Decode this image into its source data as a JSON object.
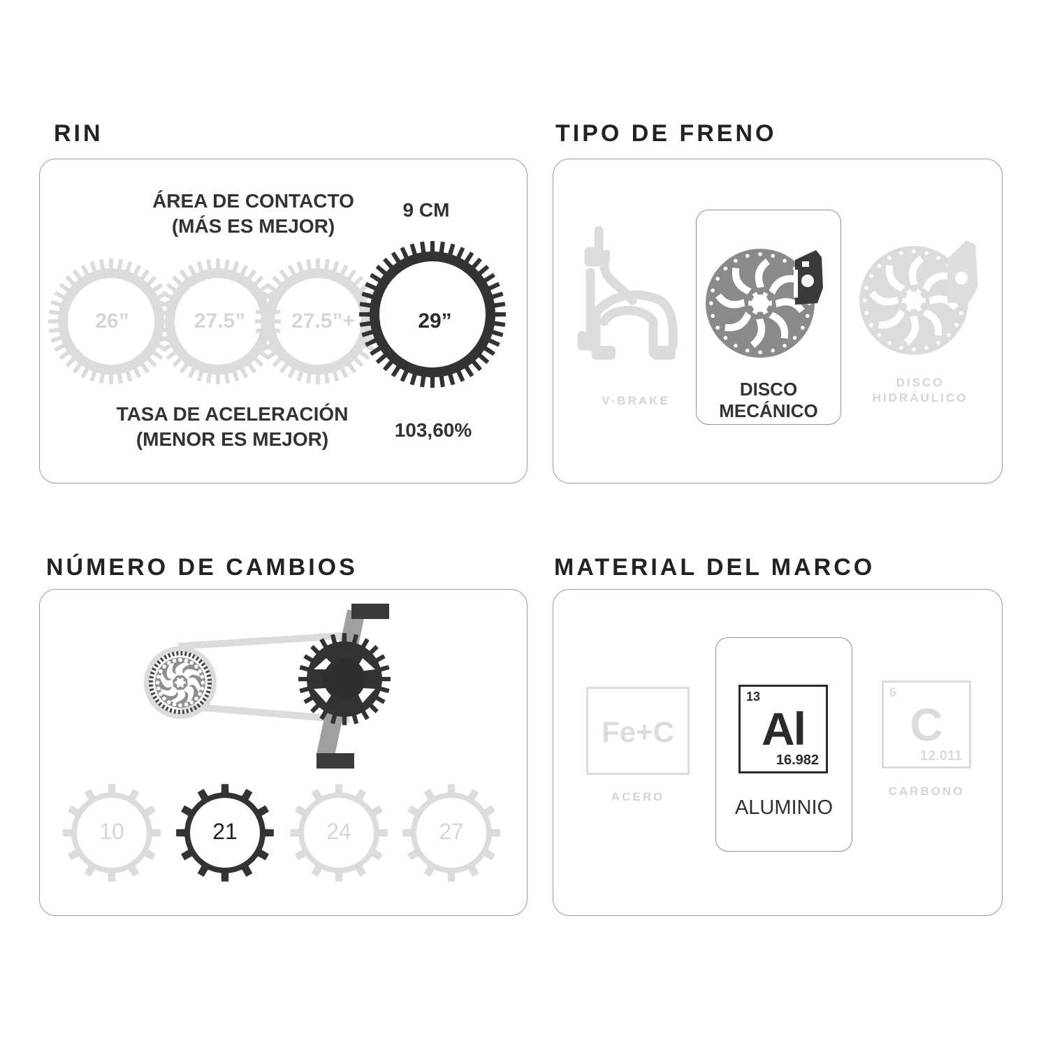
{
  "rin": {
    "title": "RIN",
    "contact_label_1": "ÁREA DE CONTACTO",
    "contact_label_2": "(MÁS ES MEJOR)",
    "contact_value": "9 CM",
    "accel_label_1": "TASA DE ACELERACIÓN",
    "accel_label_2": "(MENOR ES MEJOR)",
    "accel_value": "103,60%",
    "sizes": [
      "26”",
      "27.5”",
      "27.5”+",
      "29”"
    ],
    "selected": "29”"
  },
  "freno": {
    "title": "TIPO DE FRENO",
    "options": [
      "V-BRAKE",
      "DISCO\nMECÁNICO",
      "DISCO\nHIDRÁULICO"
    ],
    "vbrake": "V-BRAKE",
    "mec_1": "DISCO",
    "mec_2": "MECÁNICO",
    "hid_1": "DISCO",
    "hid_2": "HIDRÁULICO",
    "selected": "DISCO MECÁNICO"
  },
  "cambios": {
    "title": "NÚMERO DE CAMBIOS",
    "options": [
      "10",
      "21",
      "24",
      "27"
    ],
    "selected": "21"
  },
  "marco": {
    "title": "MATERIAL DEL MARCO",
    "acero": {
      "symbol": "Fe+C",
      "label": "ACERO"
    },
    "aluminio": {
      "number": "13",
      "symbol": "Al",
      "mass": "16.982",
      "label": "ALUMINIO"
    },
    "carbono": {
      "number": "6",
      "symbol": "C",
      "mass": "12.011",
      "label": "CARBONO"
    },
    "selected": "ALUMINIO"
  },
  "colors": {
    "active": "#333333",
    "inactive": "#dcdcdc",
    "border": "#9a9a9a"
  }
}
